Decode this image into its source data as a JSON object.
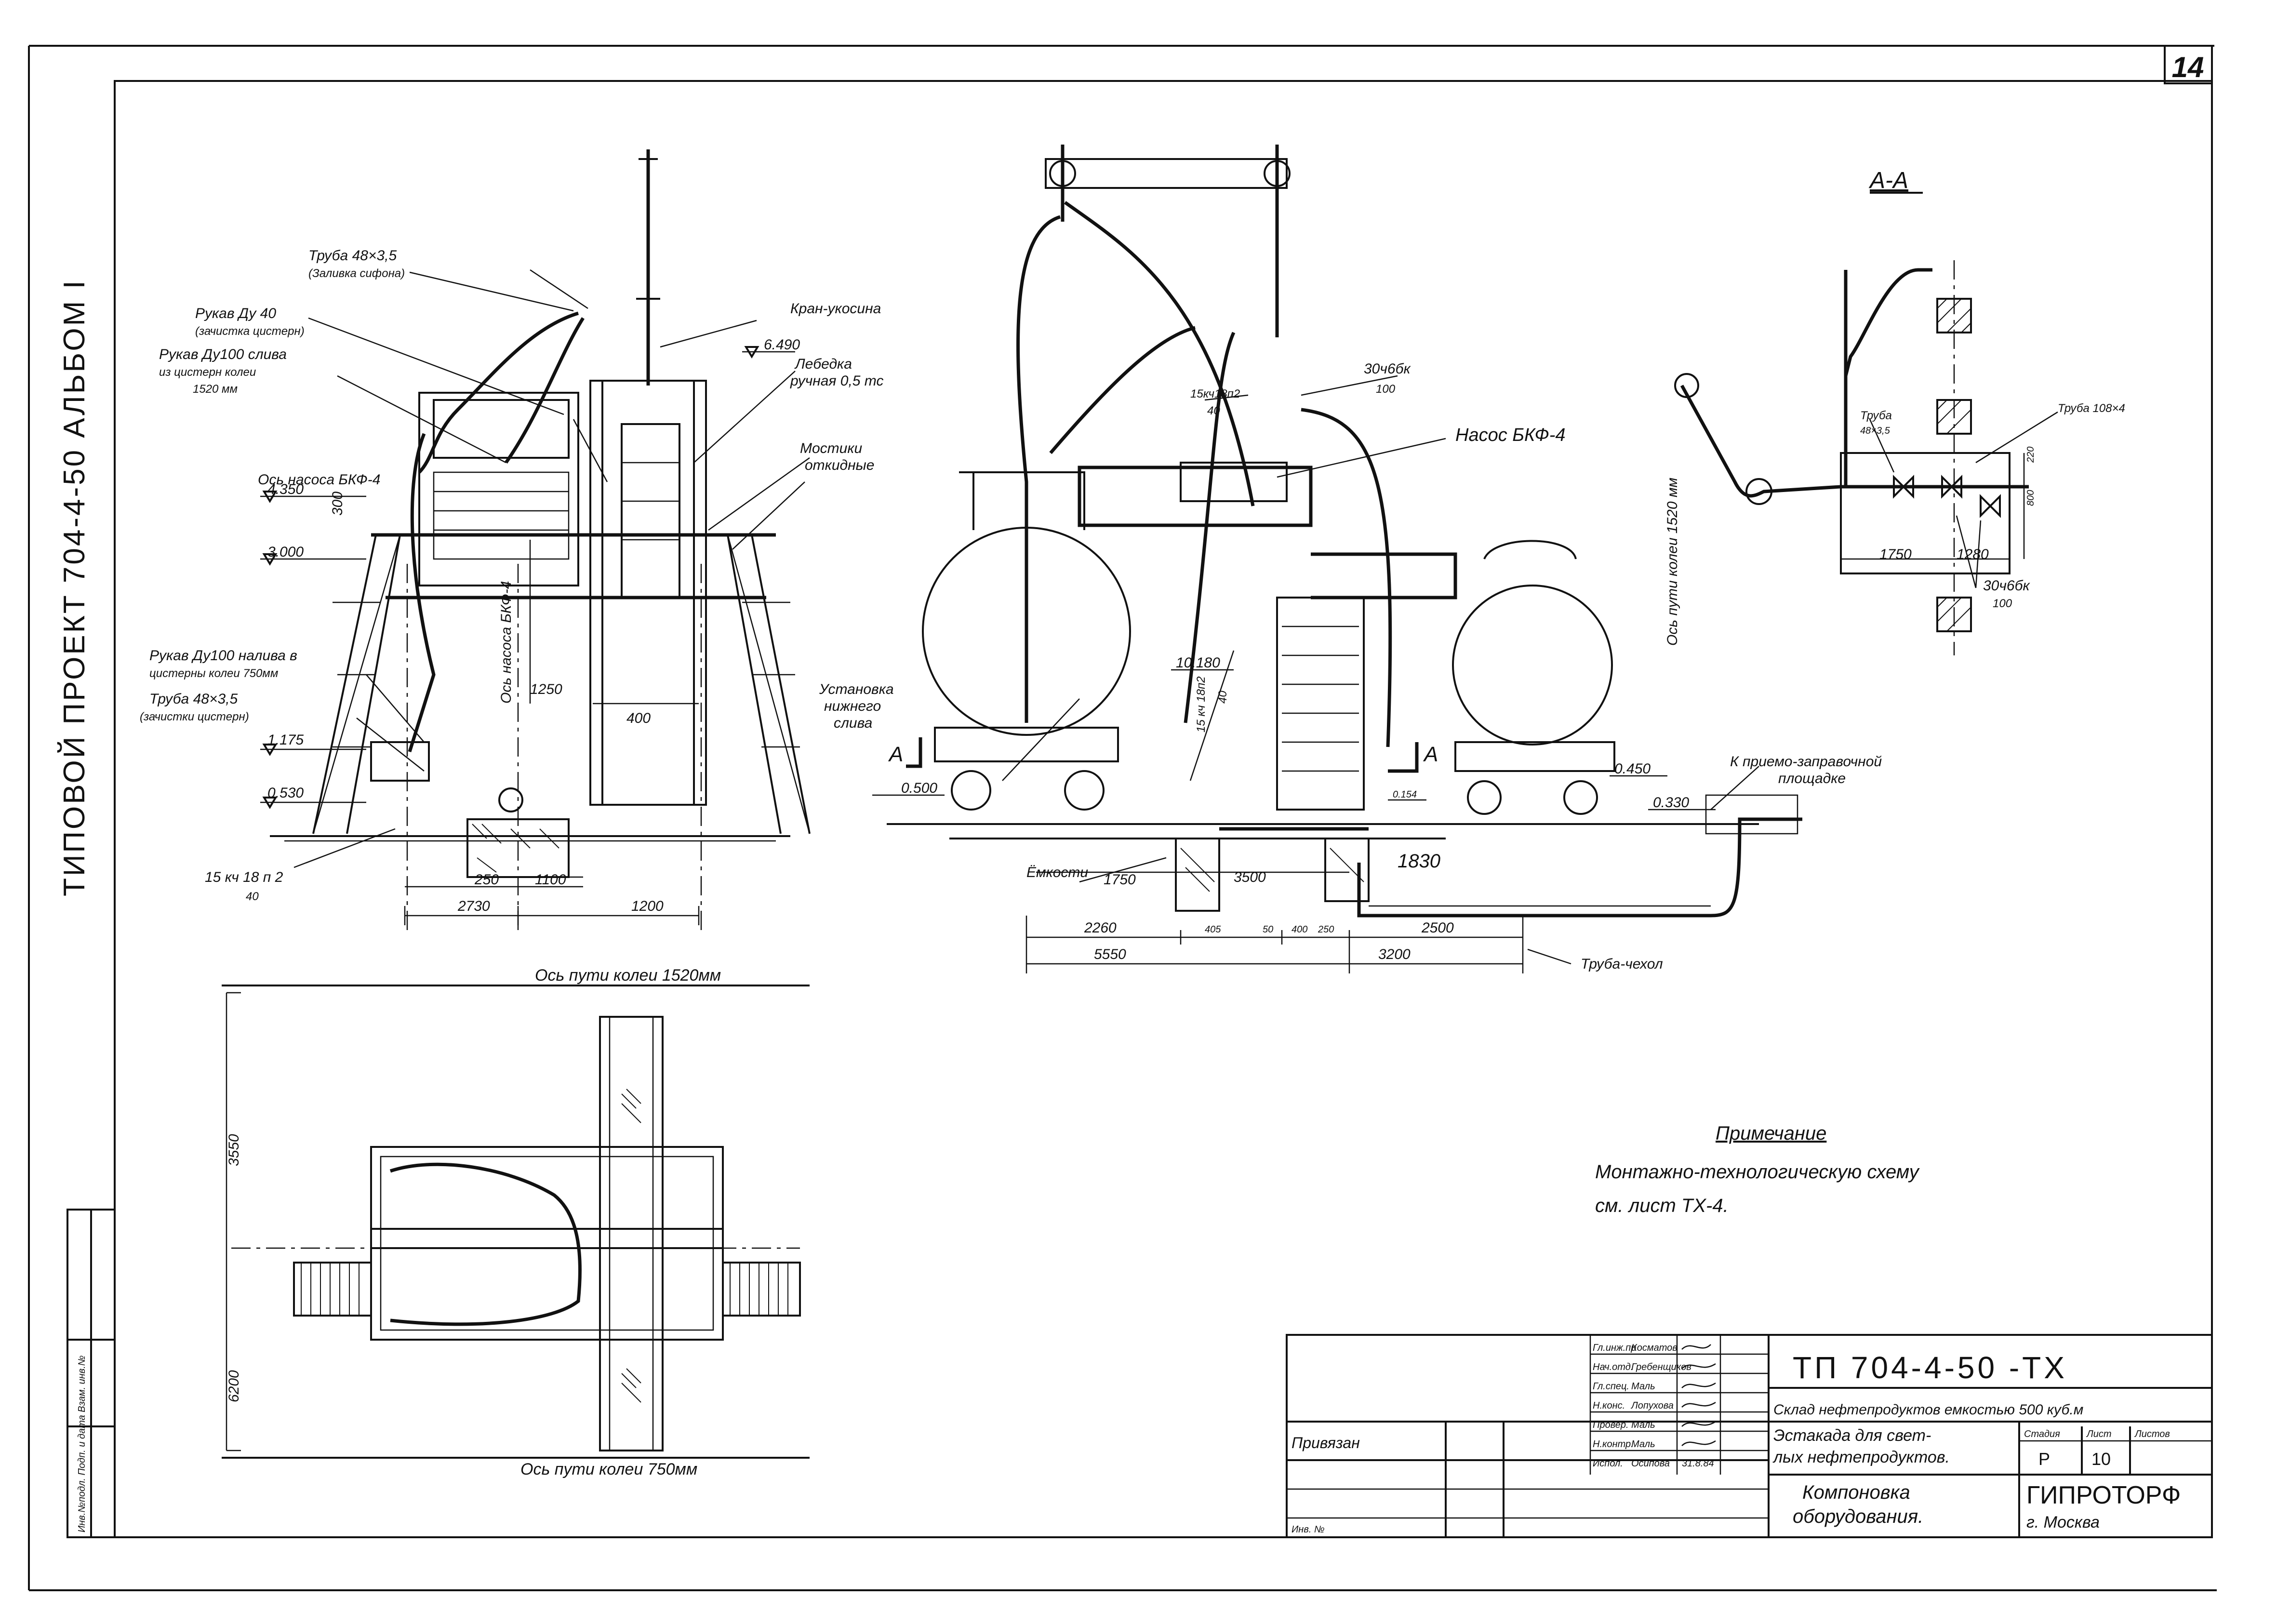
{
  "sheet": {
    "number": "14",
    "left_title": "ТИПОВОЙ ПРОЕКТ 704-4-50   АЛЬБОМ I",
    "left_strip": "Инв.№подл.  Подп. и дата  Взам. инв.№"
  },
  "side_view": {
    "labels": [
      "Труба 48×3,5",
      "(Заливка сифона)",
      "Рукав Ду 40",
      "(зачистка цистерн)",
      "Рукав Ду100 слива",
      "из цистерн колеи",
      "1520 мм",
      "Кран-укосина",
      "Лебедка",
      "ручная 0,5 тс",
      "Мостики",
      "откидные",
      "Ось насоса БКФ-4",
      "Рукав Ду100 налива в",
      "цистерны колеи 750мм",
      "Труба 48×3,5",
      "(зачистки цистерн)",
      "15 кч 18 п 2",
      "40",
      "Ось насоса БКФ-4"
    ],
    "dims": [
      "6.490",
      "4.350",
      "300",
      "3.000",
      "1250",
      "400",
      "1.175",
      "0.530",
      "250",
      "1100",
      "2730",
      "1200",
      "15кч18п2",
      "40"
    ]
  },
  "front_view": {
    "labels": [
      "30ч6бк",
      "100",
      "15кч18п2",
      "40",
      "Насос БКФ-4",
      "Установка",
      "нижнего",
      "слива",
      "15 кч 18п2",
      "40",
      "А",
      "А",
      "Ёмкости",
      "К приемо-заправочной",
      "площадке",
      "Труба-чехол"
    ],
    "dims": [
      "0.500",
      "10.180",
      "0.154",
      "0.450",
      "0.330",
      "1750",
      "3500",
      "1830",
      "2260",
      "405",
      "50",
      "400",
      "250",
      "2500",
      "5550",
      "3200"
    ]
  },
  "section_aa": {
    "title": "А-А",
    "labels": [
      "Ось пути колеи 1520 мм",
      "Труба",
      "48×3,5",
      "Труба 108×4",
      "30ч6бк",
      "100"
    ],
    "dims": [
      "220",
      "800",
      "1750",
      "1280"
    ]
  },
  "plan_view": {
    "top_caption": "Ось пути колеи 1520мм",
    "bottom_caption": "Ось пути колеи 750мм",
    "dims": [
      "3550",
      "6200"
    ]
  },
  "note": {
    "heading": "Примечание",
    "line1": "Монтажно-технологическую схему",
    "line2": "см. лист ТХ-4."
  },
  "title_block": {
    "code": "ТП   704-4-50 -ТХ",
    "object": "Склад нефтепродуктов емкостью 500 куб.м",
    "part_line1": "Эстакада для свет-",
    "part_line2": "лых нефтепродуктов.",
    "drawing_line1": "Компоновка",
    "drawing_line2": "оборудования.",
    "stage_label": "Стадия",
    "sheet_label": "Лист",
    "sheets_label": "Листов",
    "stage": "Р",
    "sheet": "10",
    "org": "ГИПРОТОРФ",
    "city": "г. Москва",
    "privyazan": "Привязан",
    "inv": "Инв. №",
    "roles": [
      "Гл.инж.пр",
      "Нач.отд.",
      "Гл.спец.",
      "Н.конс.",
      "Провер.",
      "Н.контр.",
      "Испол."
    ],
    "names": [
      "Косматов",
      "Гребенщиков",
      "Маль",
      "Лопухова",
      "Маль",
      "Маль",
      "Осипова"
    ],
    "date": "31.8.84"
  }
}
